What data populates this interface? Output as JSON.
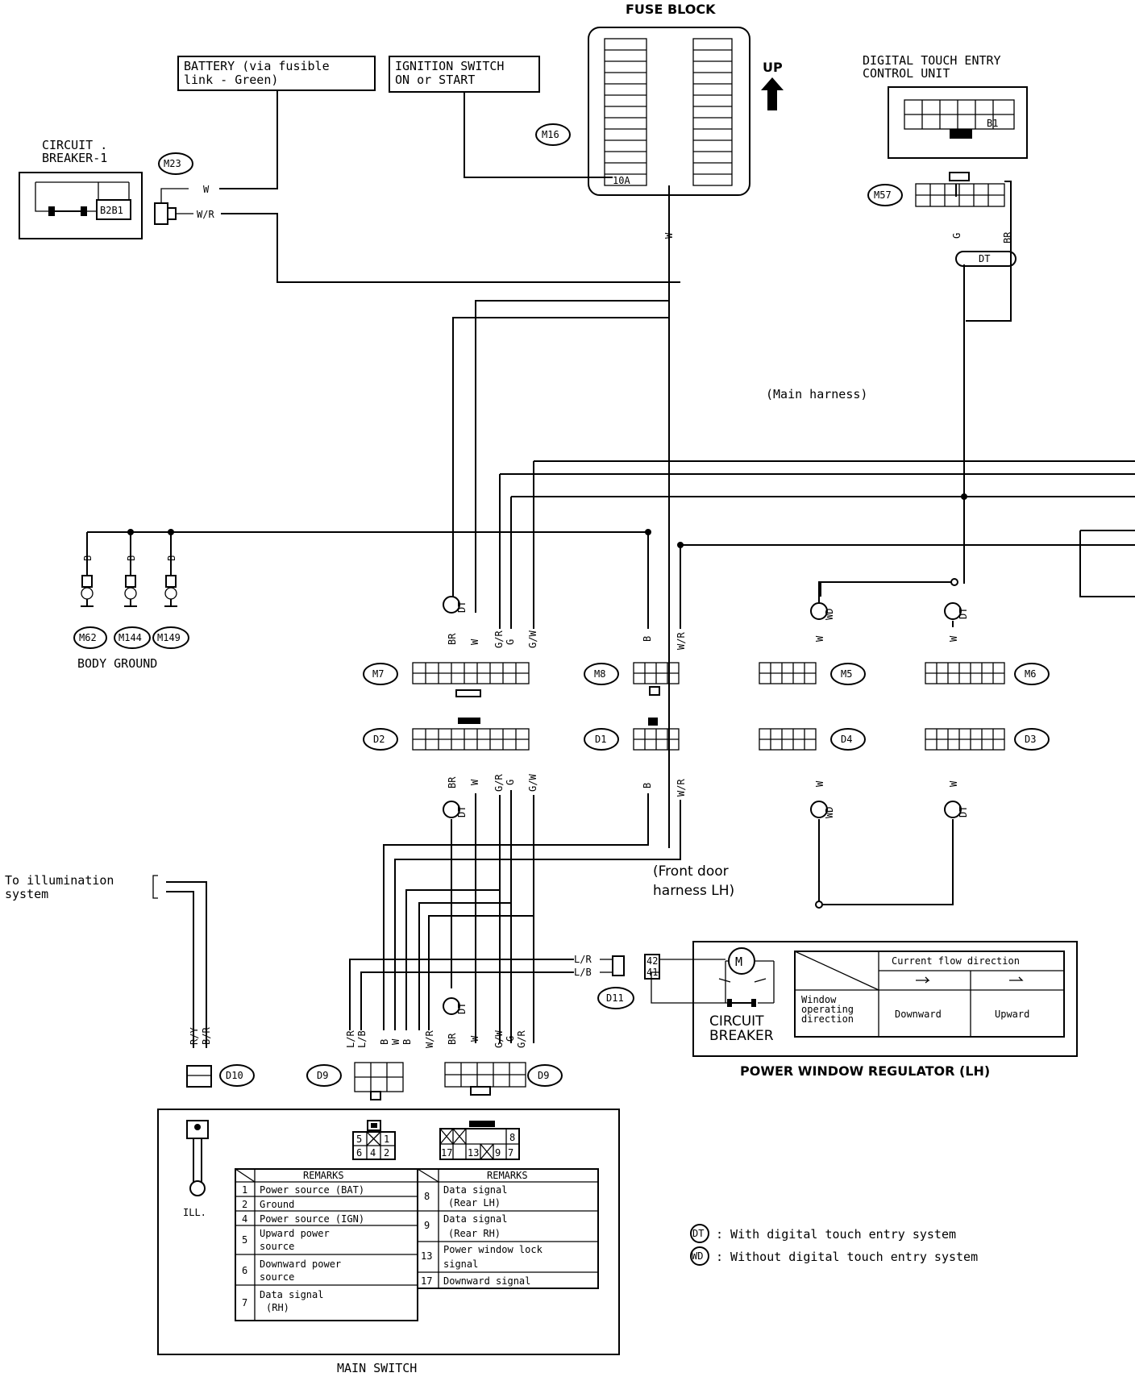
{
  "labels": {
    "fuse_block": "FUSE BLOCK",
    "up": "UP",
    "dtecu_line1": "DIGITAL  TOUCH ENTRY",
    "dtecu_line2": "CONTROL UNIT",
    "battery_line1": "BATTERY (via fusible",
    "battery_line2": "link - Green)",
    "ign_line1": "IGNITION SWITCH",
    "ign_line2": "ON or START",
    "cb1_line1": "CIRCUIT  .",
    "cb1_line2": "BREAKER-1",
    "main_harness": "(Main harness)",
    "body_ground": "BODY  GROUND",
    "front_door_line1": "(Front door",
    "front_door_line2": "harness LH)",
    "to_illum_line1": "To illumination",
    "to_illum_line2": "system",
    "pwr_title": "POWER WINDOW REGULATOR (LH)",
    "circuit_breaker_line1": "CIRCUIT",
    "circuit_breaker_line2": "BREAKER",
    "main_switch": "MAIN SWITCH",
    "ill": "ILL.",
    "fuse_amp": "10A",
    "cb1_pins": "B2B1",
    "dtecu_pin": "B1",
    "dt": "DT"
  },
  "connectors": {
    "m23": "M23",
    "m16": "M16",
    "m57": "M57",
    "m62": "M62",
    "m144": "M144",
    "m149": "M149",
    "m7": "M7",
    "m8": "M8",
    "m5": "M5",
    "m6": "M6",
    "d2": "D2",
    "d1": "D1",
    "d4": "D4",
    "d3": "D3",
    "d10": "D10",
    "d9a": "D9",
    "d9b": "D9",
    "d11": "D11"
  },
  "wires": {
    "w": "W",
    "wr": "W/R",
    "g": "G",
    "br": "BR",
    "b": "B",
    "gr": "G/R",
    "gw": "G/W",
    "lr": "L/R",
    "lb": "L/B",
    "ry": "R/Y",
    "br_slash": "B/R"
  },
  "motor_table": {
    "header": "Current flow direction",
    "row_label_line1": "Window",
    "row_label_line2": "operating",
    "row_label_line3": "direction",
    "col1": "Downward",
    "col2": "Upward",
    "pins": [
      "42",
      "41"
    ]
  },
  "pin_diagrams": {
    "small_top": [
      "5",
      "1"
    ],
    "small_bottom": [
      "6",
      "4",
      "2"
    ],
    "large_top": [
      "8"
    ],
    "large_bottom": [
      "17",
      "13",
      "9",
      "7"
    ]
  },
  "remarks_left": {
    "header": "REMARKS",
    "rows": [
      {
        "pin": "1",
        "line1": "Power source (BAT)",
        "line2": ""
      },
      {
        "pin": "2",
        "line1": "Ground",
        "line2": ""
      },
      {
        "pin": "4",
        "line1": "Power source (IGN)",
        "line2": ""
      },
      {
        "pin": "5",
        "line1": "Upward power",
        "line2": "source"
      },
      {
        "pin": "6",
        "line1": "Downward power",
        "line2": "source"
      },
      {
        "pin": "7",
        "line1": "Data signal",
        "line2": "(RH)"
      }
    ]
  },
  "remarks_right": {
    "header": "REMARKS",
    "rows": [
      {
        "pin": "8",
        "line1": "Data signal",
        "line2": "(Rear LH)"
      },
      {
        "pin": "9",
        "line1": "Data signal",
        "line2": "(Rear RH)"
      },
      {
        "pin": "13",
        "line1": "Power window lock",
        "line2": "signal"
      },
      {
        "pin": "17",
        "line1": "Downward signal",
        "line2": ""
      }
    ]
  },
  "legend": [
    {
      "symbol": "DT",
      "text": ":  With digital touch entry system"
    },
    {
      "symbol": "WD",
      "text": ":  Without digital touch entry system"
    }
  ]
}
